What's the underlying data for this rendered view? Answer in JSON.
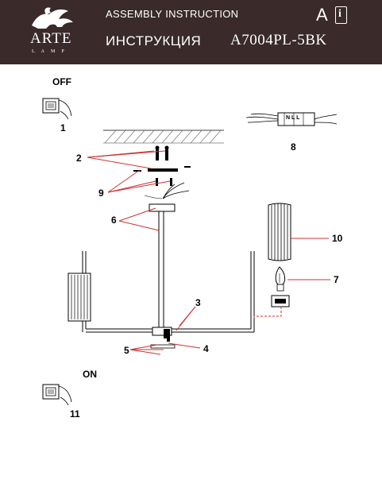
{
  "header": {
    "brand": "ARTE",
    "brand_sub": "LAMP",
    "title": "ASSEMBLY INSTRUCTION",
    "subtitle": "ИНСТРУКЦИЯ",
    "model": "A7004PL-5BK",
    "letter": "A",
    "info_glyph": "i"
  },
  "labels": {
    "off": "OFF",
    "on": "ON",
    "n1": "1",
    "n2": "2",
    "n3": "3",
    "n4": "4",
    "n5": "5",
    "n6": "6",
    "n7": "7",
    "n8": "8",
    "n9": "9",
    "n10": "10",
    "n11": "11",
    "terminal": "N L L"
  },
  "icons": [
    "winged-lion-logo-icon",
    "info-book-icon",
    "switch-off-icon",
    "switch-on-icon",
    "hand-pointer-icon",
    "candle-bulb-icon"
  ],
  "colors": {
    "header_bg": "#3a2a2a",
    "wire": "#cc3333",
    "line": "#000000"
  }
}
